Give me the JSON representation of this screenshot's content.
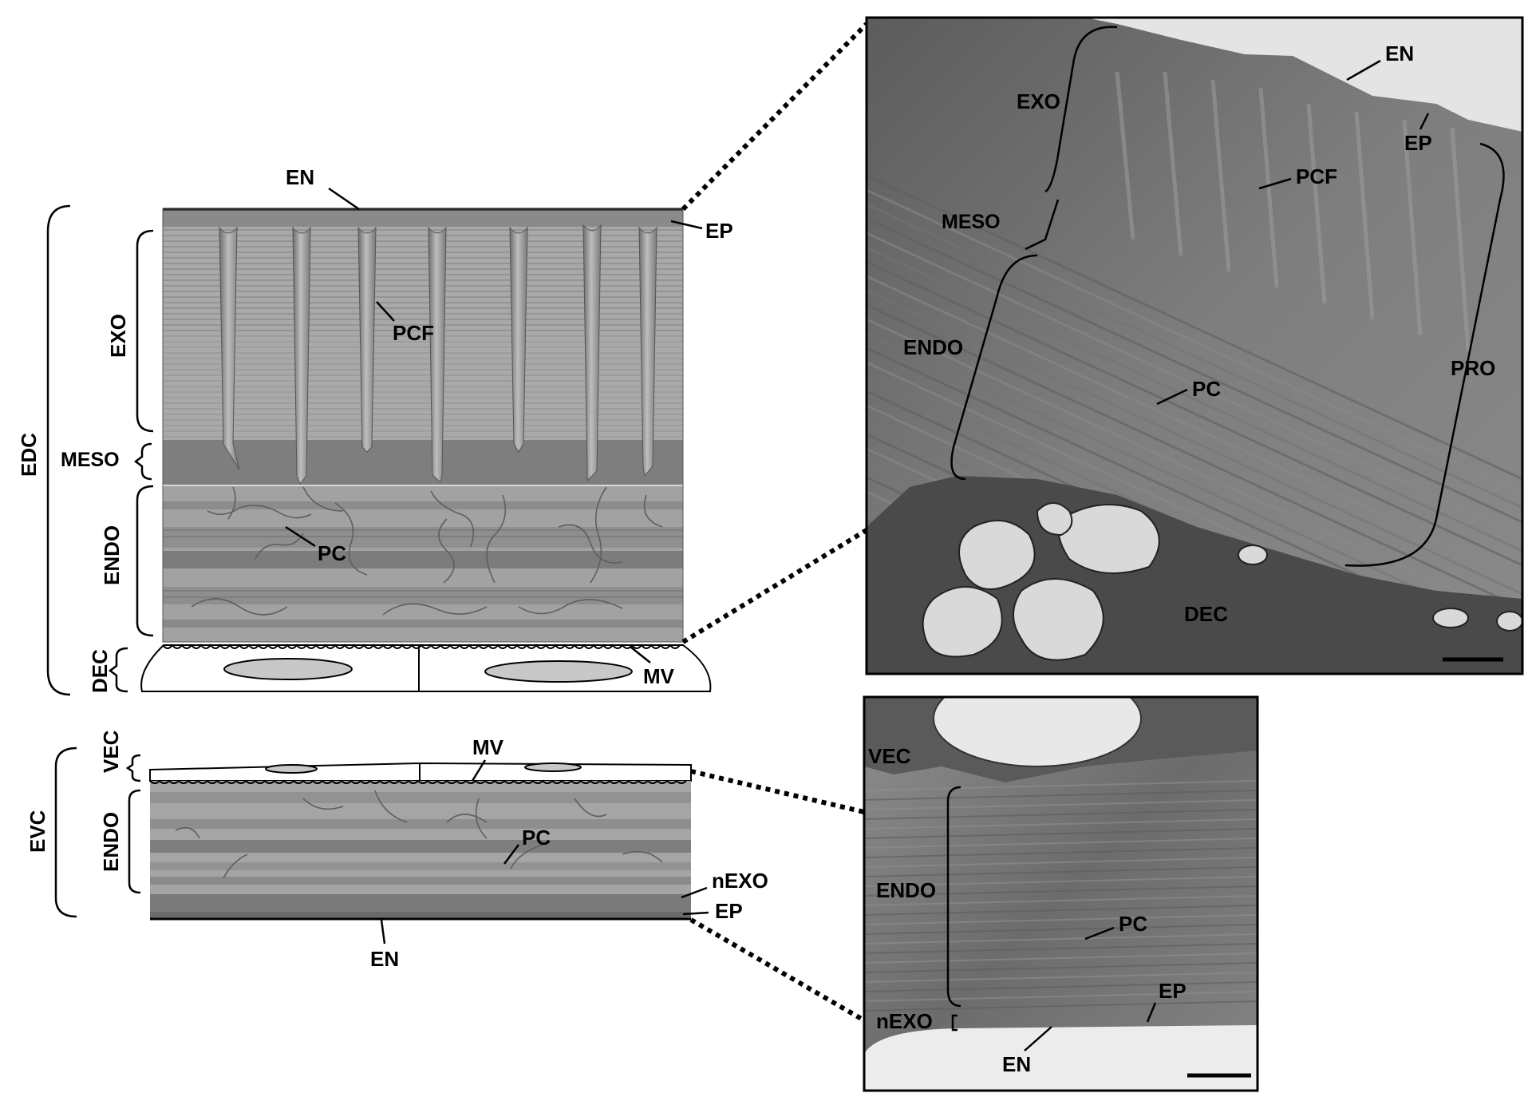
{
  "colors": {
    "layer_dark": "#7c7c7c",
    "layer_mid": "#8d8d8d",
    "layer_light": "#a6a6a6",
    "micrograph_bg": "#6f6f6f",
    "empty_region": "#e3e3e3",
    "cell_fill": "#ffffff",
    "nucleus_fill": "#c8c8c8"
  },
  "dorsal": {
    "labels": {
      "en": "EN",
      "ep": "EP",
      "exo": "EXO",
      "pcf": "PCF",
      "edc": "EDC",
      "meso": "MESO",
      "endo": "ENDO",
      "pc": "PC",
      "dec": "DEC",
      "mv": "MV"
    }
  },
  "ventral": {
    "labels": {
      "evc": "EVC",
      "vec": "VEC",
      "endo": "ENDO",
      "mv": "MV",
      "pc": "PC",
      "nexo": "nEXO",
      "ep": "EP",
      "en": "EN"
    }
  },
  "micrograph_top": {
    "labels": {
      "en": "EN",
      "exo": "EXO",
      "ep": "EP",
      "pcf": "PCF",
      "meso": "MESO",
      "endo": "ENDO",
      "pc": "PC",
      "pro": "PRO",
      "dec": "DEC"
    }
  },
  "micrograph_bottom": {
    "labels": {
      "vec": "VEC",
      "endo": "ENDO",
      "pc": "PC",
      "ep": "EP",
      "nexo": "nEXO",
      "en": "EN"
    }
  }
}
